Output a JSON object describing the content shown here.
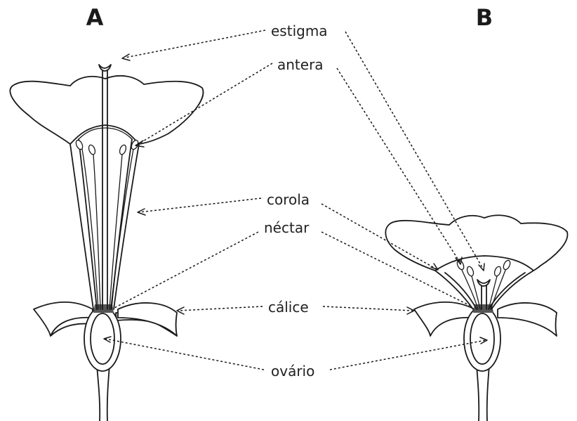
{
  "panels": {
    "a_label": "A",
    "b_label": "B"
  },
  "labels": {
    "estigma": "estigma",
    "antera": "antera",
    "corola": "corola",
    "nectar": "néctar",
    "calice": "cálice",
    "ovario": "ovário"
  }
}
